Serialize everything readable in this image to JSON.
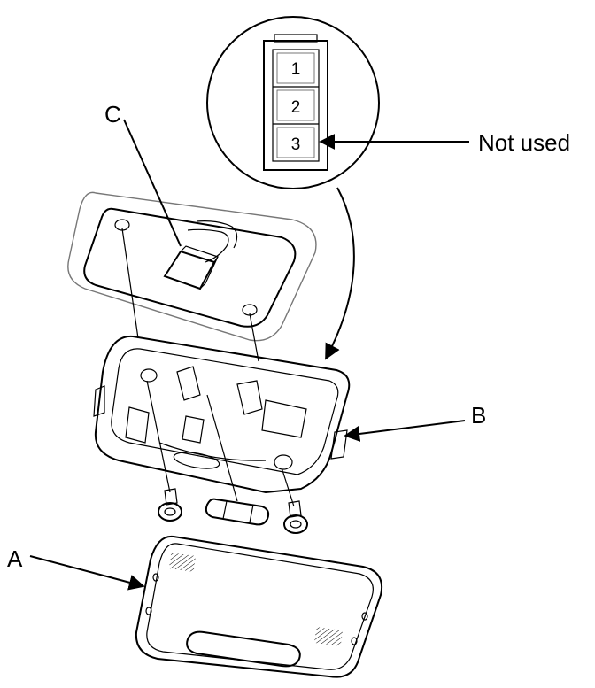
{
  "labels": {
    "callout_a": "A",
    "callout_b": "B",
    "callout_c": "C",
    "not_used": "Not used"
  },
  "connector_pins": [
    "1",
    "2",
    "3"
  ],
  "colors": {
    "line": "#000000",
    "shade": "#bdbdbd",
    "background": "#ffffff"
  }
}
